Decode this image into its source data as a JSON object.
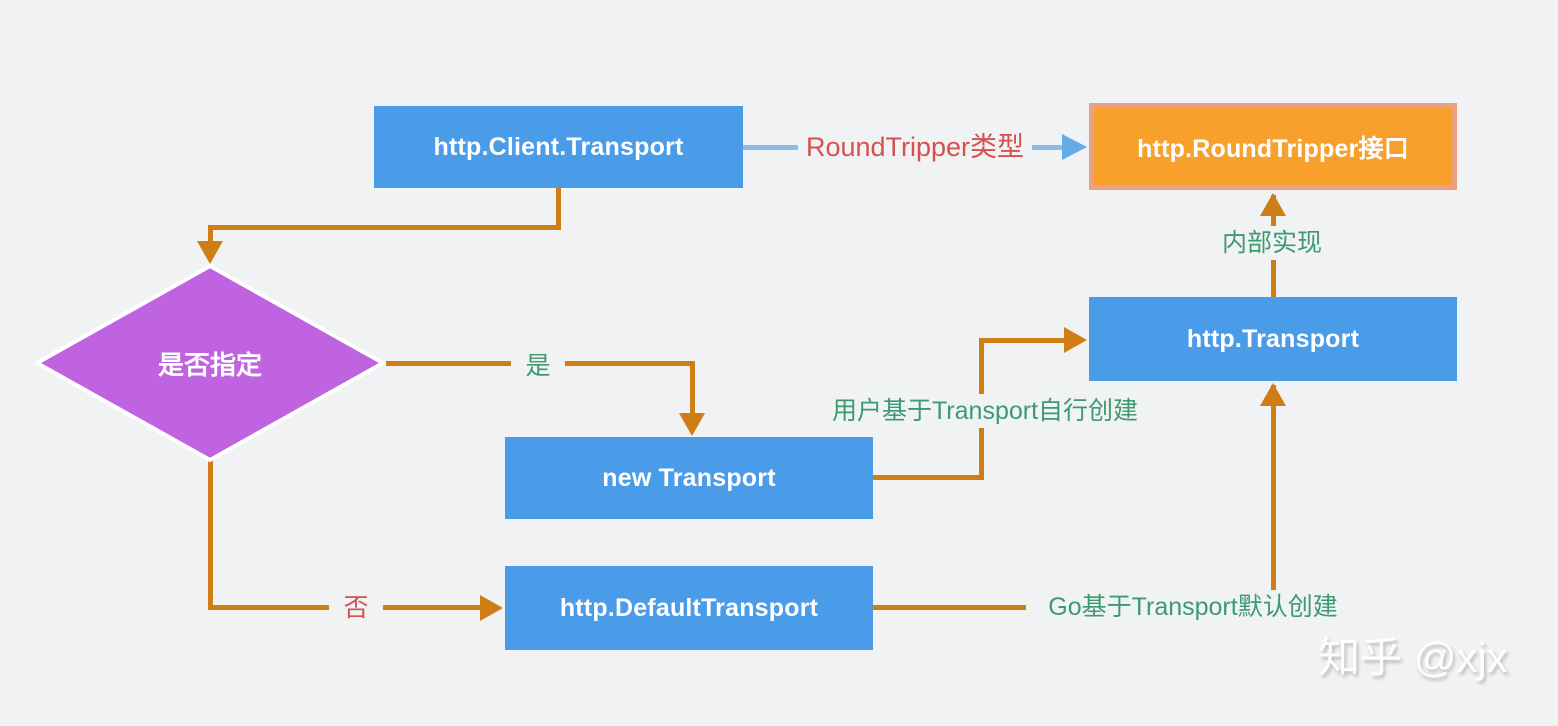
{
  "page": {
    "background": "#f1f2f4"
  },
  "colors": {
    "node_blue": "#4a9ce9",
    "node_orange_fill": "#f7a02b",
    "node_orange_border": "#eba082",
    "diamond_purple": "#bf63e1",
    "connector_orange": "#ce7e14",
    "connector_blue": "#8cbcea",
    "label_green": "#3d9a70",
    "label_red": "#d5504e"
  },
  "nodes": {
    "client": "http.Client.Transport",
    "roundtripper": "http.RoundTripper接口",
    "transport": "http.Transport",
    "new_transport": "new Transport",
    "default_transport": "http.DefaultTransport",
    "decision": "是否指定"
  },
  "edge_labels": {
    "roundtripper_type": "RoundTripper类型",
    "yes": "是",
    "no": "否",
    "internal_impl": "内部实现",
    "user_create": "用户基于Transport自行创建",
    "go_create": "Go基于Transport默认创建"
  },
  "watermark": "知乎 @xjx"
}
